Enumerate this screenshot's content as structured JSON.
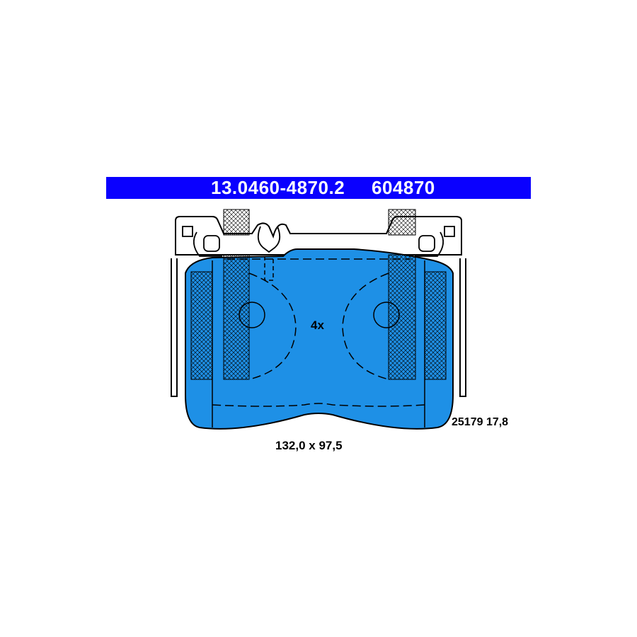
{
  "header": {
    "part_number": "13.0460-4870.2",
    "ref_number": "604870"
  },
  "labels": {
    "quantity": "4x",
    "spec_code": "25179 17,8",
    "dimensions": "132,0 x 97,5"
  },
  "colors": {
    "banner": "#0a00ff",
    "pad_fill": "#1e90e6",
    "outline": "#000000"
  }
}
